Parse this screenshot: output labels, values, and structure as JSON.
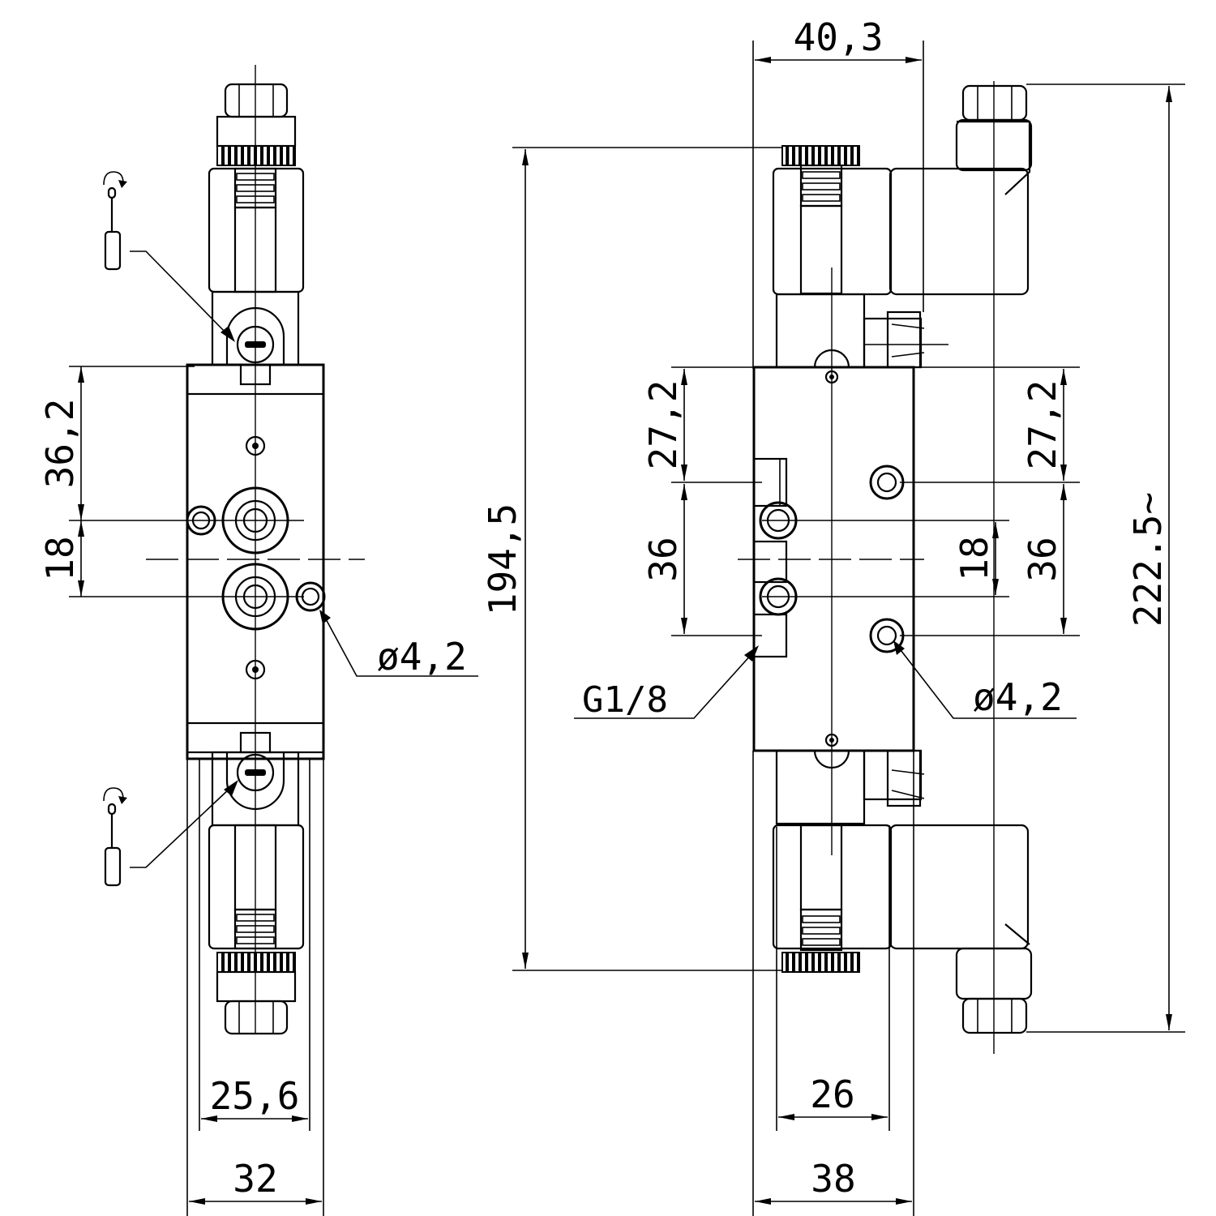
{
  "dimensions": {
    "front_upper_height": "36,2",
    "front_port_spacing": "18",
    "front_hole_diameter": "ø4,2",
    "front_inner_width": "25,6",
    "front_body_width": "32",
    "overall_length": "194,5",
    "top_width": "40,3",
    "side_left_upper": "27,2",
    "side_left_ports": "36",
    "port_thread": "G1/8",
    "side_right_spacing": "18",
    "side_right_upper": "27,2",
    "side_right_ports": "36",
    "side_hole_diameter": "ø4,2",
    "overall_with_connector": "222.5~",
    "side_inner_width": "26",
    "side_body_width": "38"
  },
  "icons": {
    "manual_override_top": "screwdriver-rotate-icon",
    "manual_override_bottom": "screwdriver-rotate-icon"
  }
}
